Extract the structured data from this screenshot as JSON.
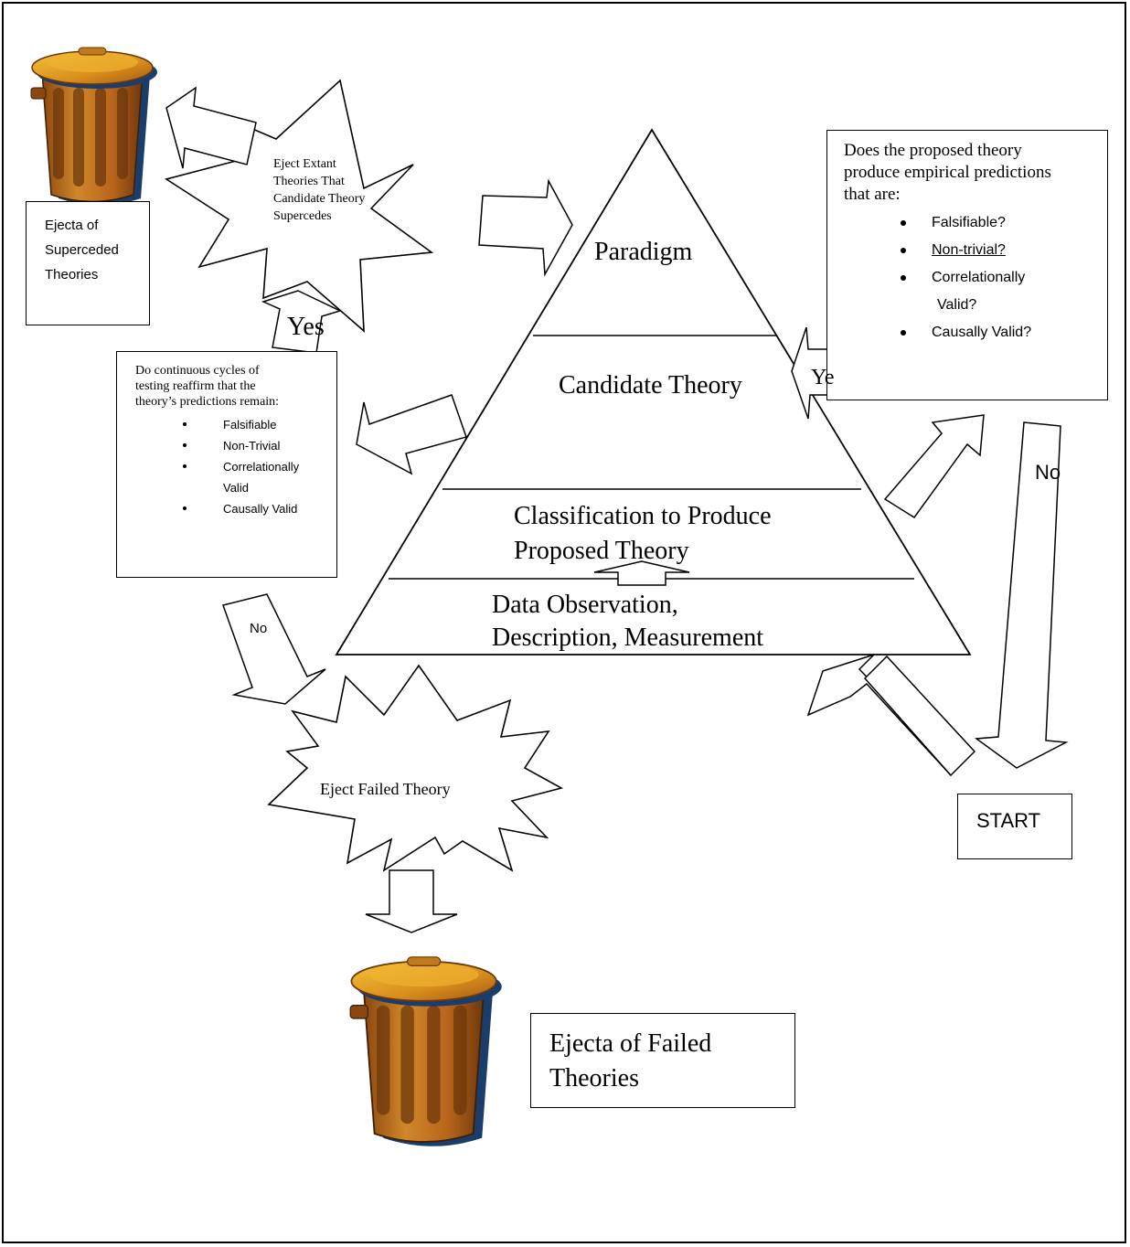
{
  "triangle": {
    "paradigm": "Paradigm",
    "candidate_theory": "Candidate Theory",
    "classification": [
      "Classification to Produce",
      "Proposed Theory"
    ],
    "data_observation": [
      "Data Observation,",
      "Description, Measurement"
    ]
  },
  "starburst_top": {
    "text": [
      "Eject Extant",
      "Theories That",
      "Candidate Theory",
      "Supercedes"
    ]
  },
  "starburst_bottom": {
    "text": "Eject Failed Theory"
  },
  "ejecta_superceded": {
    "lines": [
      "Ejecta of",
      "Superceded",
      "Theories"
    ]
  },
  "ejecta_failed": {
    "lines": [
      "Ejecta of Failed",
      "Theories"
    ]
  },
  "proposed_theory_box": {
    "question": [
      "Does the proposed theory",
      "produce empirical predictions",
      "that are:"
    ],
    "items": [
      {
        "text": "Falsifiable?",
        "underline": false
      },
      {
        "text": "Non-trivial?",
        "underline": true
      },
      {
        "text": "Correlationally",
        "cont": "Valid?",
        "underline": false
      },
      {
        "text": "Causally Valid?",
        "underline": false
      }
    ]
  },
  "testing_box": {
    "question": [
      "Do continuous cycles of",
      "testing reaffirm that the",
      "theory’s predictions remain:"
    ],
    "items": [
      {
        "text": "Falsifiable"
      },
      {
        "text": "Non-Trivial"
      },
      {
        "text": "Correlationally",
        "cont": "Valid"
      },
      {
        "text": "Causally Valid"
      }
    ]
  },
  "labels": {
    "yes_left": "Yes",
    "yes_right": "Ye",
    "no_left": "No",
    "no_right": "No",
    "start": "START"
  },
  "colors": {
    "trash_body": "#b8651c",
    "trash_lid": "#e0a020",
    "trash_shadow": "#1a3d6b",
    "outline": "#000000",
    "background": "#ffffff"
  }
}
